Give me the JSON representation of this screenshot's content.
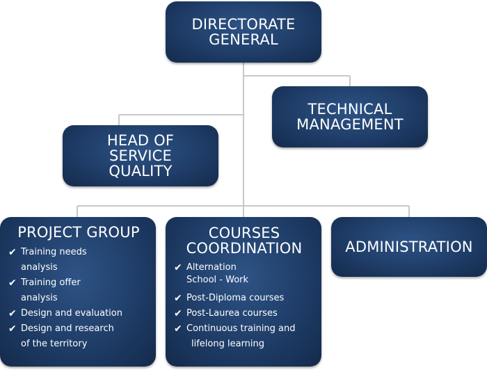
{
  "nodes": {
    "directorate": {
      "lines": [
        "DIRECTORATE",
        "GENERAL"
      ]
    },
    "technical": {
      "lines": [
        "TECHNICAL",
        "MANAGEMENT"
      ]
    },
    "quality": {
      "lines": [
        "HEAD OF",
        "SERVICE",
        "QUALITY"
      ]
    },
    "project": {
      "title": "PROJECT GROUP",
      "items": [
        {
          "lines": [
            "Training needs",
            "analysis"
          ]
        },
        {
          "lines": [
            "Training offer",
            "analysis"
          ]
        },
        {
          "lines": [
            "Design and evaluation"
          ]
        },
        {
          "lines": [
            "Design and research",
            "of the territory"
          ]
        }
      ]
    },
    "courses": {
      "title_lines": [
        "COURSES",
        "COORDINATION"
      ],
      "items": [
        {
          "lines": [
            "Alternation",
            "School - Work"
          ]
        },
        {
          "lines": [
            "Post-Diploma courses"
          ]
        },
        {
          "lines": [
            "Post-Laurea courses"
          ]
        },
        {
          "lines": [
            "Continuous training and",
            "lifelong learning"
          ]
        }
      ]
    },
    "administration": {
      "lines": [
        "ADMINISTRATION"
      ]
    }
  },
  "colors": {
    "box": "#1f3d68",
    "connector": "#c8c8c8",
    "text": "#ffffff"
  },
  "icons": {
    "bullet": "check-icon"
  }
}
